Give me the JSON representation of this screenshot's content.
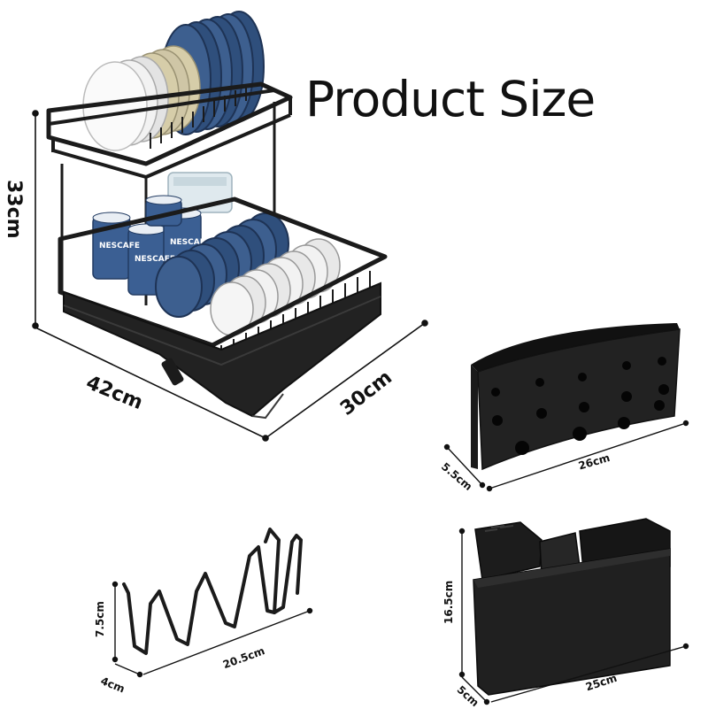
{
  "title": "Product Size",
  "rack": {
    "height": "33cm",
    "length": "42cm",
    "width": "30cm",
    "cup_brand": "NESCAFE"
  },
  "cutlery_holder": {
    "length": "26cm",
    "depth": "5.5cm"
  },
  "wire_holder": {
    "height": "7.5cm",
    "length": "20.5cm",
    "depth": "4cm"
  },
  "knife_caddy": {
    "height": "16.5cm",
    "length": "25cm",
    "depth": "5cm"
  },
  "colors": {
    "frame": "#1b1b1b",
    "plate_blue": "#3d5f8f",
    "plate_white": "#eeeeee",
    "plate_tan": "#cfc6a6",
    "text": "#111111"
  }
}
